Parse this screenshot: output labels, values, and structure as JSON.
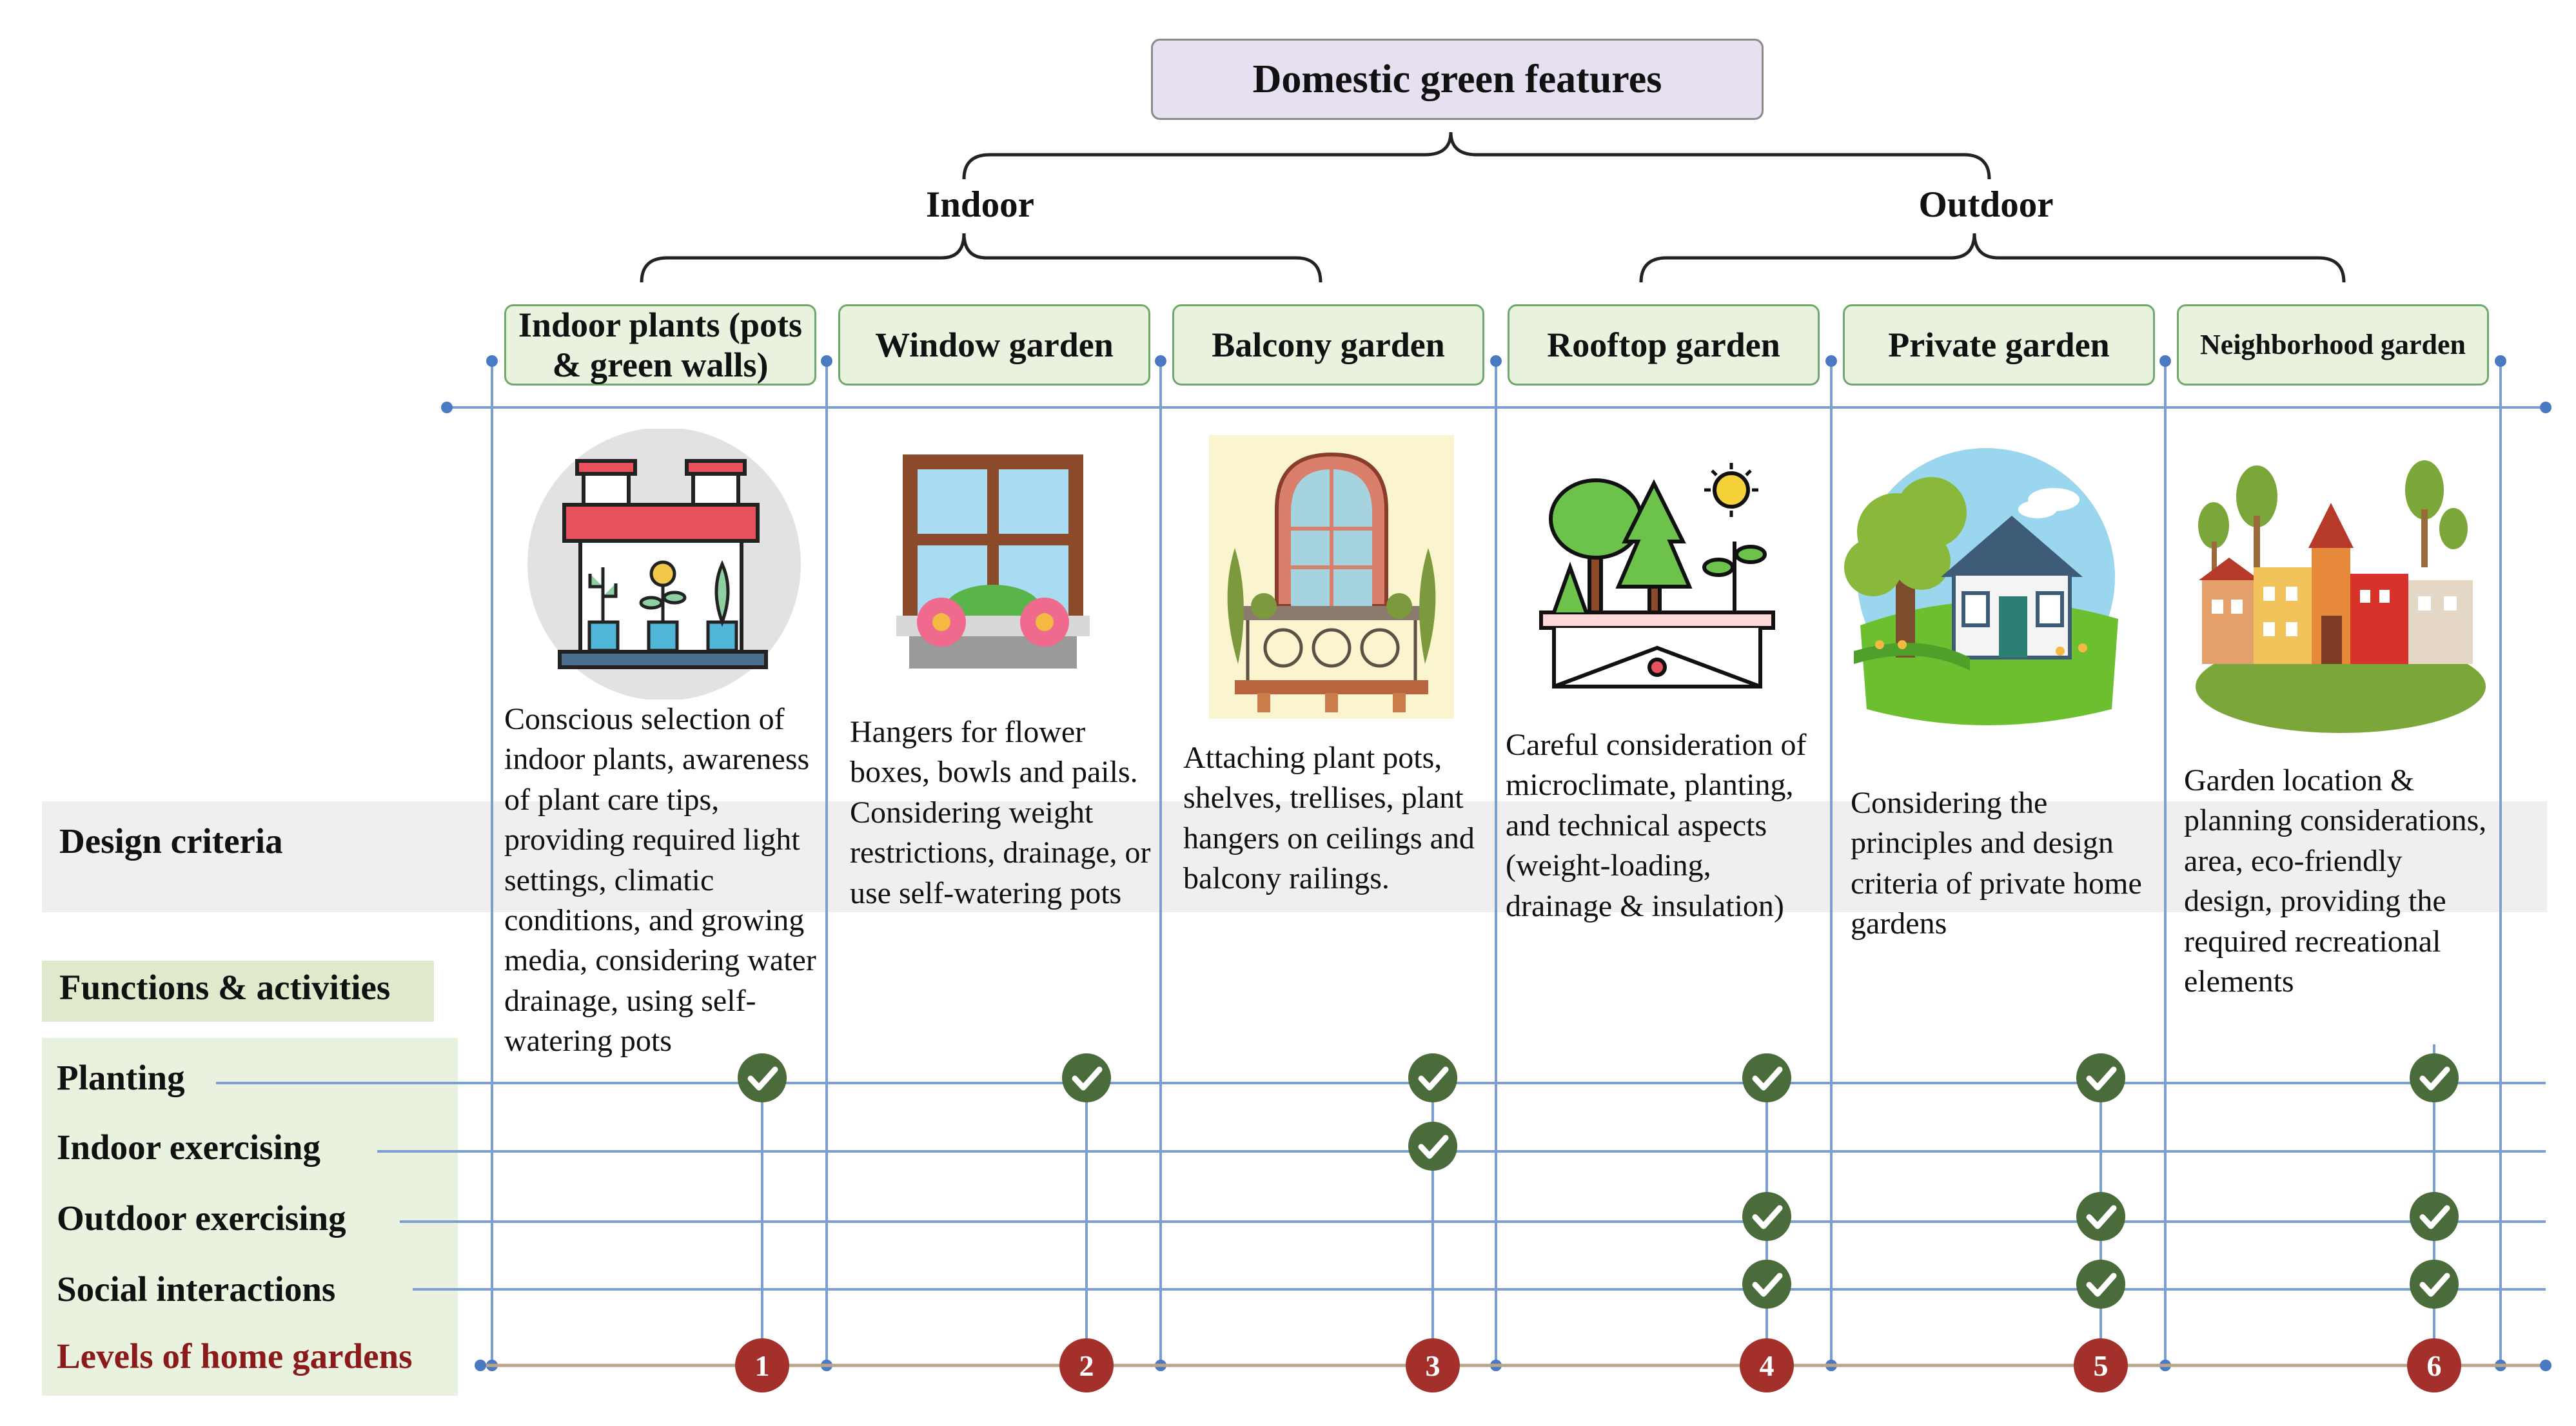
{
  "title": "Domestic green features",
  "groups": [
    {
      "label": "Indoor"
    },
    {
      "label": "Outdoor"
    }
  ],
  "columns": [
    {
      "label": "Indoor plants (pots & green walls)",
      "icon": "indoor-plants-illustration",
      "criteria": "Conscious selection of indoor plants, awareness of plant care tips, providing required light settings, climatic conditions, and growing media, considering water drainage, using self-watering pots",
      "level": "1",
      "checks": {
        "planting": true,
        "indoor_exercising": false,
        "outdoor_exercising": false,
        "social_interactions": false
      }
    },
    {
      "label": "Window garden",
      "icon": "window-garden-illustration",
      "criteria": "Hangers for flower boxes, bowls and pails. Considering weight restrictions, drainage, or use self-watering pots",
      "level": "2",
      "checks": {
        "planting": true,
        "indoor_exercising": false,
        "outdoor_exercising": false,
        "social_interactions": false
      }
    },
    {
      "label": "Balcony garden",
      "icon": "balcony-garden-illustration",
      "criteria": "Attaching plant pots, shelves, trellises, plant hangers on ceilings and balcony railings.",
      "level": "3",
      "checks": {
        "planting": true,
        "indoor_exercising": true,
        "outdoor_exercising": false,
        "social_interactions": false
      }
    },
    {
      "label": "Rooftop garden",
      "icon": "rooftop-garden-illustration",
      "criteria": "Careful consideration of microclimate, planting, and technical aspects (weight-loading, drainage & insulation)",
      "level": "4",
      "checks": {
        "planting": true,
        "indoor_exercising": false,
        "outdoor_exercising": true,
        "social_interactions": true
      }
    },
    {
      "label": "Private garden",
      "icon": "private-garden-illustration",
      "criteria": "Considering the principles and design criteria of private home gardens",
      "level": "5",
      "checks": {
        "planting": true,
        "indoor_exercising": false,
        "outdoor_exercising": true,
        "social_interactions": true
      }
    },
    {
      "label": "Neighborhood garden",
      "icon": "neighborhood-garden-illustration",
      "criteria": "Garden location & planning considerations, area, eco-friendly design, providing the required recreational elements",
      "level": "6",
      "checks": {
        "planting": true,
        "indoor_exercising": false,
        "outdoor_exercising": true,
        "social_interactions": true
      }
    }
  ],
  "rows": {
    "design_criteria": "Design criteria",
    "functions": "Functions & activities",
    "planting": "Planting",
    "indoor_exercising": "Indoor exercising",
    "outdoor_exercising": "Outdoor exercising",
    "social_interactions": "Social interactions",
    "levels": "Levels of home gardens"
  },
  "colors": {
    "title_fill": "#e6e0f1",
    "header_fill": "#e9f1df",
    "header_border": "#6fa96b",
    "grid_line": "#7b9fd1",
    "check_fill": "#4a6b3a",
    "level_fill": "#a3302a",
    "levels_text": "#8b1a1a"
  }
}
